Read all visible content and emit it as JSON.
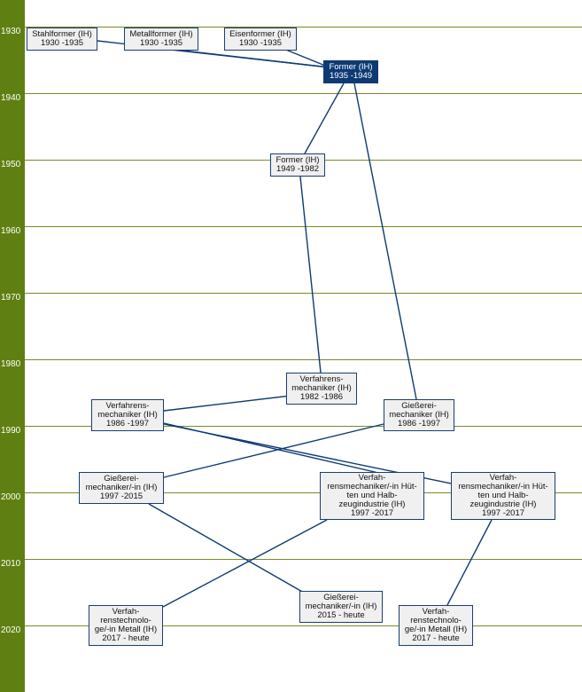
{
  "timeline": {
    "years": [
      "1930",
      "1940",
      "1950",
      "1960",
      "1970",
      "1980",
      "1990",
      "2000",
      "2010",
      "2020"
    ]
  },
  "colors": {
    "axis_bar": "#5f7f12",
    "grid_line": "#7a8a2a",
    "connector": "#0d3a73",
    "node_fill": "#f0f0f0",
    "node_border": "#1a3e6e",
    "active_node_fill": "#0d3a73"
  },
  "professions": [
    {
      "id": "stahlformer",
      "name": "Stahlformer (IH)",
      "period": "1930 -1935"
    },
    {
      "id": "metallformer",
      "name": "Metallformer (IH)",
      "period": "1930 -1935"
    },
    {
      "id": "eisenformer",
      "name": "Eisenformer (IH)",
      "period": "1930 -1935"
    },
    {
      "id": "former-1935",
      "name": "Former (IH)",
      "period": "1935 -1949",
      "active": true
    },
    {
      "id": "former-1949",
      "name": "Former (IH)",
      "period": "1949 -1982"
    },
    {
      "id": "verfahrensmechaniker-1982",
      "name": "Verfahrens-\nmechaniker (IH)",
      "period": "1982 -1986"
    },
    {
      "id": "verfahrensmechaniker-1986",
      "name": "Verfahrens-\nmechaniker (IH)",
      "period": "1986 -1997"
    },
    {
      "id": "giessereimechaniker-1986",
      "name": "Gießerei-\nmechaniker (IH)",
      "period": "1986 -1997"
    },
    {
      "id": "giessereimechaniker-1997",
      "name": "Gießerei-\nmechaniker/-in (IH)",
      "period": "1997 -2015"
    },
    {
      "id": "verfahrensmechaniker-huetten-a",
      "name": "Verfah-\nrensmechaniker/-in Hüt-\nten und Halb-\nzeugindustrie (IH)",
      "period": "1997 -2017"
    },
    {
      "id": "verfahrensmechaniker-huetten-b",
      "name": "Verfah-\nrensmechaniker/-in Hüt-\nten und Halb-\nzeugindustrie (IH)",
      "period": "1997 -2017"
    },
    {
      "id": "giessereimechaniker-2015",
      "name": "Gießerei-\nmechaniker/-in (IH)",
      "period": "2015 - heute"
    },
    {
      "id": "verfahrenstechnologe-a",
      "name": "Verfah-\nrenstechnolo-\nge/-in Metall (IH)",
      "period": "2017 - heute"
    },
    {
      "id": "verfahrenstechnologe-b",
      "name": "Verfah-\nrenstechnolo-\nge/-in Metall (IH)",
      "period": "2017 - heute"
    }
  ],
  "connections": [
    [
      "stahlformer",
      "former-1935"
    ],
    [
      "metallformer",
      "former-1935"
    ],
    [
      "eisenformer",
      "former-1935"
    ],
    [
      "former-1935",
      "former-1949"
    ],
    [
      "former-1935",
      "giessereimechaniker-1986"
    ],
    [
      "former-1949",
      "verfahrensmechaniker-1982"
    ],
    [
      "verfahrensmechaniker-1982",
      "verfahrensmechaniker-1986"
    ],
    [
      "verfahrensmechaniker-1986",
      "verfahrensmechaniker-huetten-a"
    ],
    [
      "verfahrensmechaniker-1986",
      "verfahrensmechaniker-huetten-b"
    ],
    [
      "giessereimechaniker-1986",
      "giessereimechaniker-1997"
    ],
    [
      "giessereimechaniker-1997",
      "giessereimechaniker-2015"
    ],
    [
      "verfahrensmechaniker-huetten-a",
      "verfahrenstechnologe-a"
    ],
    [
      "verfahrensmechaniker-huetten-b",
      "verfahrenstechnologe-b"
    ]
  ]
}
